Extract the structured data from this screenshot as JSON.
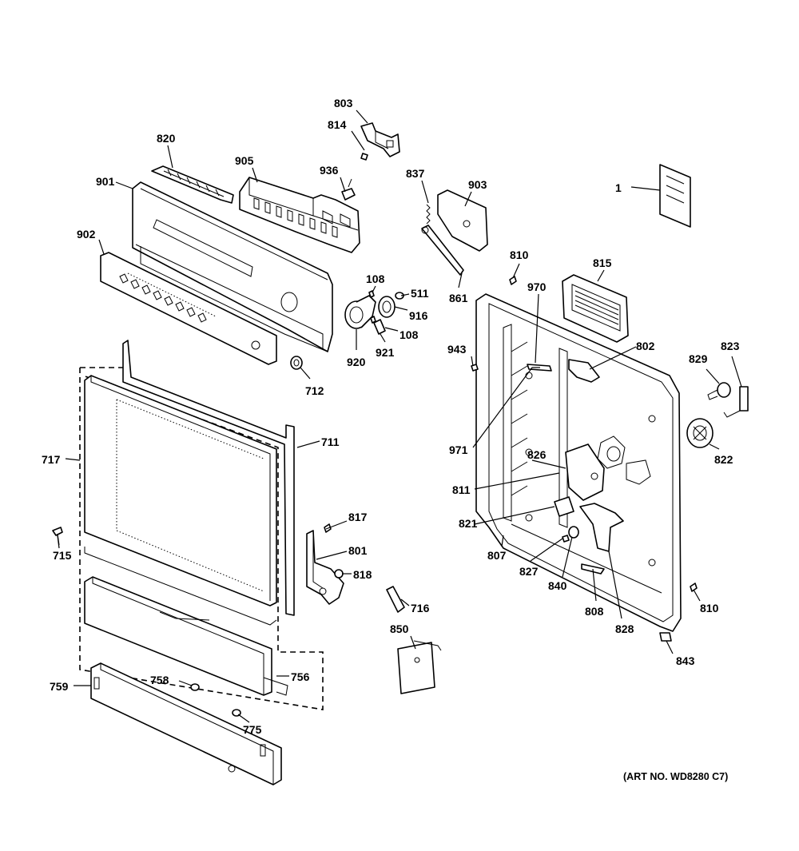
{
  "diagram": {
    "art_number": "(ART NO. WD8280 C7)",
    "callouts": {
      "c1": "1",
      "c108a": "108",
      "c108b": "108",
      "c511": "511",
      "c712": "712",
      "c711": "711",
      "c715": "715",
      "c716": "716",
      "c717": "717",
      "c756": "756",
      "c758": "758",
      "c759": "759",
      "c775": "775",
      "c801": "801",
      "c802": "802",
      "c803": "803",
      "c807": "807",
      "c808": "808",
      "c810a": "810",
      "c810b": "810",
      "c811": "811",
      "c814": "814",
      "c815": "815",
      "c817": "817",
      "c818": "818",
      "c820": "820",
      "c821": "821",
      "c822": "822",
      "c823": "823",
      "c826": "826",
      "c827": "827",
      "c828": "828",
      "c829": "829",
      "c837": "837",
      "c840": "840",
      "c843": "843",
      "c850": "850",
      "c861": "861",
      "c901": "901",
      "c902": "902",
      "c903": "903",
      "c905": "905",
      "c916": "916",
      "c920": "920",
      "c921": "921",
      "c936": "936",
      "c943": "943",
      "c970": "970",
      "c971": "971"
    }
  }
}
